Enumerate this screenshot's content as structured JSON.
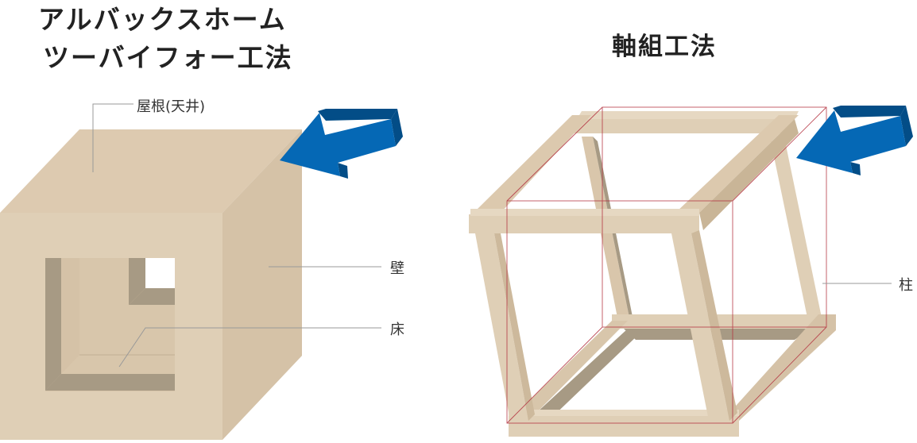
{
  "left_panel": {
    "title_line1": "アルバックスホーム",
    "title_line2": "ツーバイフォー工法",
    "labels": {
      "roof": "屋根(天井)",
      "wall": "壁",
      "floor": "床"
    }
  },
  "right_panel": {
    "title": "軸組工法",
    "labels": {
      "column": "柱"
    }
  },
  "colors": {
    "wood_front": "#dfcfb6",
    "wood_top": "#ddcab0",
    "wood_side": "#d5c2a7",
    "shadow": "#a79a84",
    "arrow": "#0568b5",
    "arrow_dark": "#034d87",
    "outline": "#b3313f",
    "leader_line": "#999999"
  }
}
